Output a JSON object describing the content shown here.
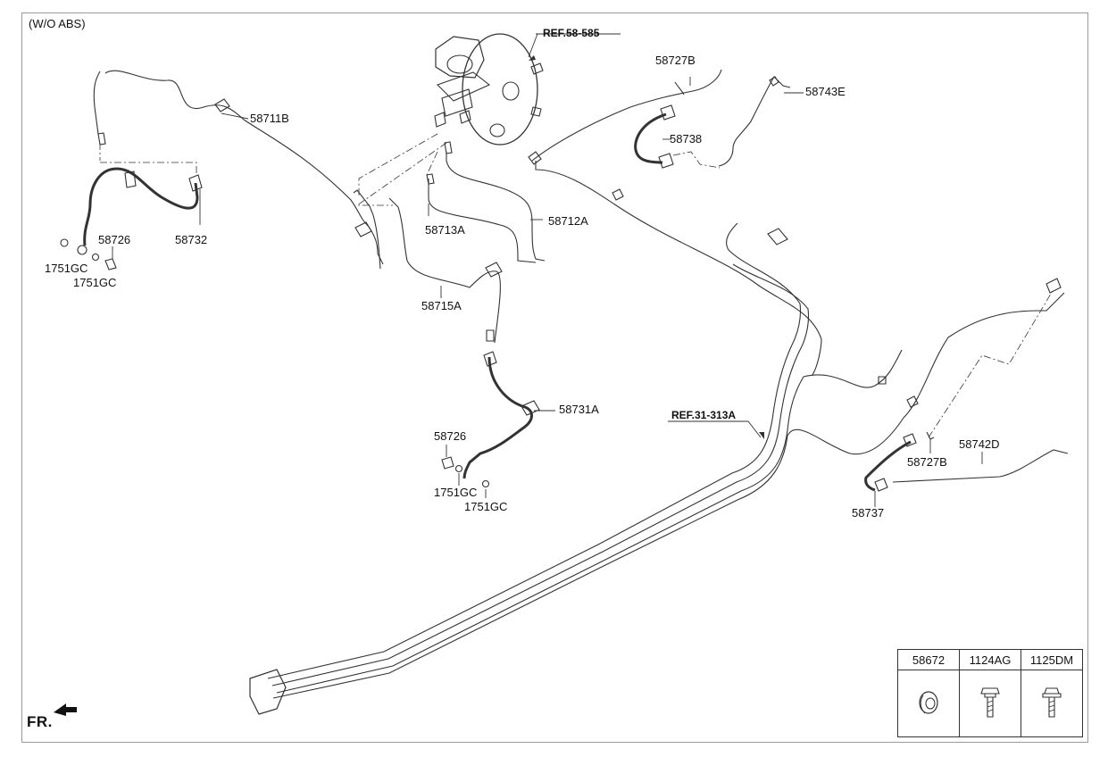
{
  "title": "(W/O ABS)",
  "direction": "FR.",
  "refs": [
    "REF.58-585",
    "REF.31-313A"
  ],
  "labels": {
    "l58711B": "58711B",
    "l58732": "58732",
    "l58726a": "58726",
    "l1751gc_a": "1751GC",
    "l1751gc_b": "1751GC",
    "l58713A": "58713A",
    "l58712A": "58712A",
    "l58715A": "58715A",
    "l58731A": "58731A",
    "l58726b": "58726",
    "l1751gc_c": "1751GC",
    "l1751gc_d": "1751GC",
    "l58727B_a": "58727B",
    "l58738": "58738",
    "l58743E": "58743E",
    "l58742D": "58742D",
    "l58727B_b": "58727B",
    "l58737": "58737"
  },
  "parts_table": {
    "headers": [
      "58672",
      "1124AG",
      "1125DM"
    ],
    "icons": [
      "grommet-icon",
      "bolt-icon",
      "flange-bolt-icon"
    ]
  }
}
